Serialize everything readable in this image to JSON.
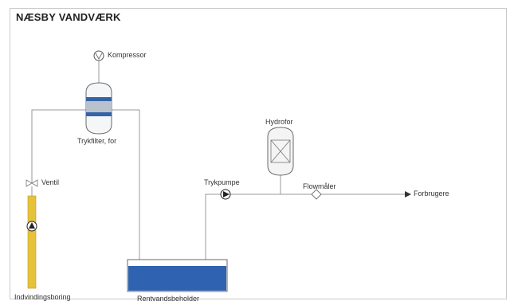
{
  "title": "NÆSBY VANDVÆRK",
  "labels": {
    "kompressor": "Kompressor",
    "trykfilter": "Trykfilter, for",
    "ventil": "Ventil",
    "indvindingsboring": "Indvindingsboring",
    "rentvandsbeholder": "Rentvandsbeholder",
    "trykpumpe": "Trykpumpe",
    "hydrofor": "Hydrofor",
    "flowmaler": "Flowmåler",
    "forbrugere": "Forbrugere"
  },
  "colors": {
    "pipe": "#9a9a9a",
    "well": "#e6c23a",
    "tank_water": "#2f62b0",
    "filter_band": "#3563a8",
    "dark": "#222222"
  }
}
